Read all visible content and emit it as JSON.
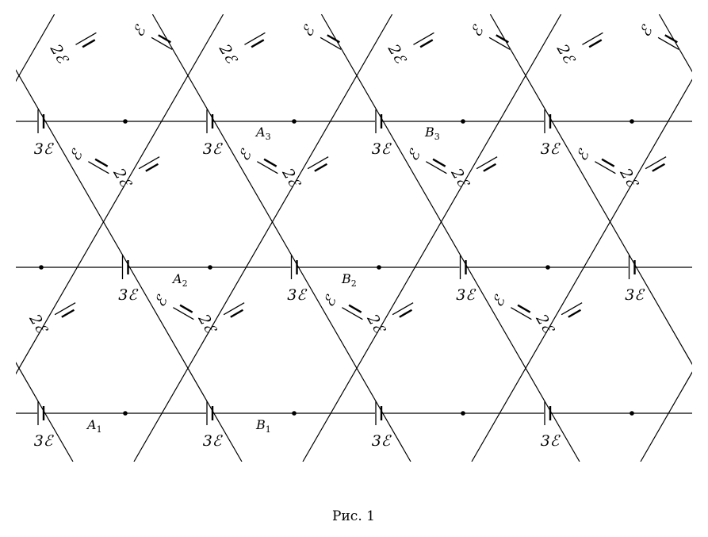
{
  "caption": "Рис. 1",
  "emf_labels": {
    "horizontal": "3ℰ",
    "rising": "ℰ",
    "falling": "2ℰ"
  },
  "nodes": [
    {
      "letter": "A",
      "index": "1"
    },
    {
      "letter": "B",
      "index": "1"
    },
    {
      "letter": "A",
      "index": "2"
    },
    {
      "letter": "B",
      "index": "2"
    },
    {
      "letter": "A",
      "index": "3"
    },
    {
      "letter": "B",
      "index": "3"
    }
  ]
}
